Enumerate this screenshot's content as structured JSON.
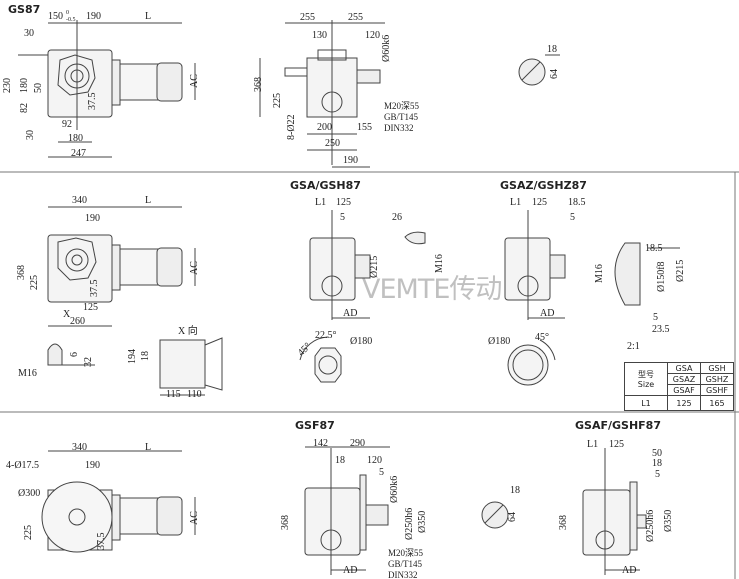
{
  "titles": {
    "gs87": "GS87",
    "gsa": "GSA/GSH87",
    "gsaz": "GSAZ/GSHZ87",
    "gsf": "GSF87",
    "gsaf": "GSAF/GSHF87"
  },
  "watermark": "VEMTE传动",
  "gs87": {
    "d150": "150",
    "tol_up": "0",
    "tol_dn": "-0.5",
    "d190": "190",
    "L": "L",
    "d30a": "30",
    "d230": "230",
    "d180v": "180",
    "d50": "50",
    "d82": "82",
    "d30b": "30",
    "d92": "92",
    "d180": "180",
    "d247": "247",
    "d375": "37.5",
    "AC": "AC"
  },
  "gs87_side": {
    "d255a": "255",
    "d255b": "255",
    "d130": "130",
    "d120": "120",
    "d60": "Ø60k6",
    "d368": "368",
    "d225": "225",
    "holes": "8-Ø22",
    "d200": "200",
    "d155": "155",
    "d250": "250",
    "d190": "190"
  },
  "center_note": [
    "M20深55",
    "GB/T145",
    "DIN332"
  ],
  "shaft_section": {
    "d18": "18",
    "d64": "64"
  },
  "gsa_side": {
    "d340": "340",
    "L": "L",
    "d190": "190",
    "d368": "368",
    "d225": "225",
    "d375": "37.5",
    "d125": "125",
    "d260": "260",
    "X": "X",
    "AC": "AC"
  },
  "m16_detail": {
    "m16": "M16",
    "d6": "6",
    "d32": "32"
  },
  "x_view": {
    "label": "X 向",
    "d194": "194",
    "d18": "18",
    "d115": "115",
    "d110": "110"
  },
  "gsa": {
    "L1": "L1",
    "d125": "125",
    "d5": "5",
    "d215": "Ø215",
    "AD": "AD",
    "d26": "26",
    "m16": "M16",
    "a45": "45°",
    "a225": "22.5°",
    "d180": "Ø180"
  },
  "gsaz": {
    "L1": "L1",
    "d125": "125",
    "d185": "18.5",
    "d5": "5",
    "AD": "AD",
    "d180": "Ø180",
    "a45": "45°"
  },
  "detail_21": {
    "d185": "18.5",
    "d150": "Ø150f8",
    "d215": "Ø215",
    "m16": "M16",
    "d5": "5",
    "d235": "23.5",
    "scale": "2:1"
  },
  "size_table": {
    "head_cn": "型号",
    "head_en": "Size",
    "c1": [
      "GSA",
      "GSAZ",
      "GSAF"
    ],
    "c2": [
      "GSH",
      "GSHZ",
      "GSHF"
    ],
    "row_label": "L1",
    "v1": "125",
    "v2": "165"
  },
  "gsf_side": {
    "d340": "340",
    "L": "L",
    "holes": "4-Ø17.5",
    "d190": "190",
    "d300": "Ø300",
    "d225": "225",
    "d375": "37.5",
    "AC": "AC"
  },
  "gsf": {
    "d142": "142",
    "d290": "290",
    "d18": "18",
    "d120": "120",
    "d5": "5",
    "d60": "Ø60k6",
    "d250": "Ø250h6",
    "d350": "Ø350",
    "d368": "368",
    "AD": "AD"
  },
  "gsf_note": [
    "M20深55",
    "GB/T145",
    "DIN332"
  ],
  "gsaf": {
    "L1": "L1",
    "d125": "125",
    "d50": "50",
    "d18": "18",
    "d5": "5",
    "d368": "368",
    "d250": "Ø250h6",
    "d350": "Ø350",
    "AD": "AD"
  },
  "shaft_section2": {
    "d18": "18",
    "d64": "64"
  }
}
